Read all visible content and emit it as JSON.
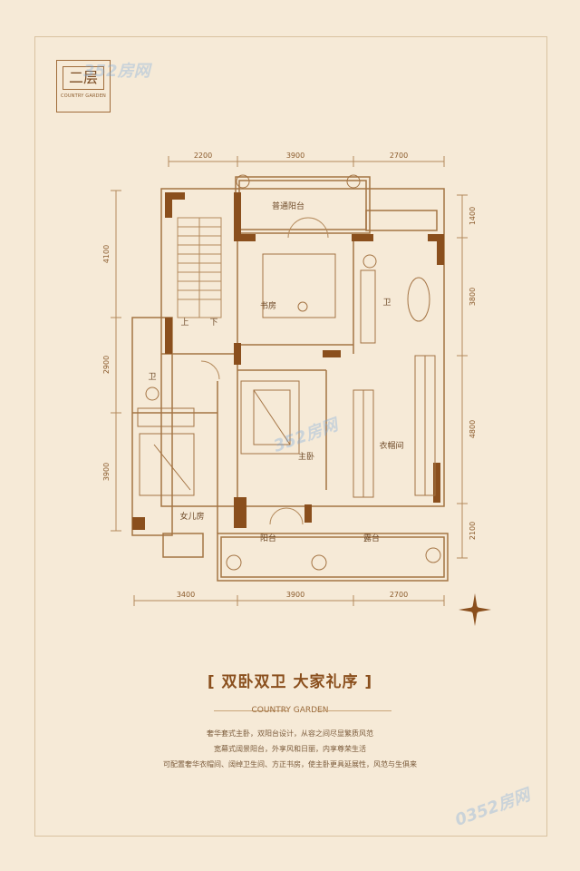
{
  "badge": {
    "title": "二层",
    "subtitle": "COUNTRY GARDEN"
  },
  "watermark": {
    "text1": "352房网",
    "text2": "352房网",
    "text3": "0352房网"
  },
  "dimensions": {
    "top": [
      "2200",
      "3900",
      "2700"
    ],
    "bottom": [
      "3400",
      "3900",
      "2700"
    ],
    "left": [
      "4100",
      "2900",
      "3900"
    ],
    "right": [
      "1400",
      "3800",
      "4800",
      "2100"
    ]
  },
  "rooms": {
    "balcony_top": "普通阳台",
    "study": "书房",
    "bath_right": "卫",
    "up": "上",
    "down": "下",
    "bath_left": "卫",
    "master": "主卧",
    "closet": "衣帽间",
    "daughter": "女儿房",
    "balcony_bottom": "阳台",
    "terrace": "露台"
  },
  "headline": "[ 双卧双卫 大家礼序 ]",
  "brand": "COUNTRY GARDEN",
  "description": [
    "奢华套式主卧，双阳台设计，从容之间尽显繁质风范",
    "宽幕式阔景阳台，外享风和日丽，内享尊荣生活",
    "可配置奢华衣帽间、阔绰卫生间、方正书房，使主卧更具延展性，风范与生俱来"
  ],
  "colors": {
    "background": "#f6ead7",
    "wall": "#8a4f1d",
    "line": "#b48a5c"
  }
}
